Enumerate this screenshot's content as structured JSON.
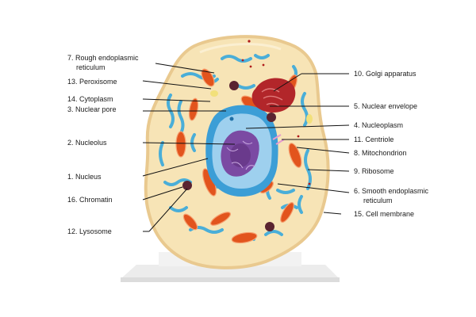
{
  "labels": {
    "l7": "7. Rough endoplasmic",
    "l7b": "reticulum",
    "l13": "13. Peroxisome",
    "l14": "14. Cytoplasm",
    "l3": "3. Nuclear pore",
    "l2": "2. Nucleolus",
    "l1": "1. Nucleus",
    "l16": "16. Chromatin",
    "l12": "12. Lysosome",
    "l10": "10. Golgi apparatus",
    "l5": "5. Nuclear envelope",
    "l4": "4. Nucleoplasm",
    "l11": "11. Centriole",
    "l8": "8. Mitochondrion",
    "l9": "9. Ribosome",
    "l6": "6. Smooth endoplasmic",
    "l6b": "reticulum",
    "l15": "15. Cell membrane"
  },
  "colors": {
    "cytoplasm": "#f7e4b6",
    "membrane_rim": "#e9c98f",
    "mitochondria": "#e2541d",
    "er": "#4aaed8",
    "nuclear_envelope": "#3c9ed6",
    "nucleoplasm": "#9ed0ee",
    "nucleolus": "#6a3a8c",
    "golgi": "#b2262a",
    "lysosome": "#5a2330",
    "peroxisome": "#f2e07a",
    "stand": "#f4f4f4"
  }
}
